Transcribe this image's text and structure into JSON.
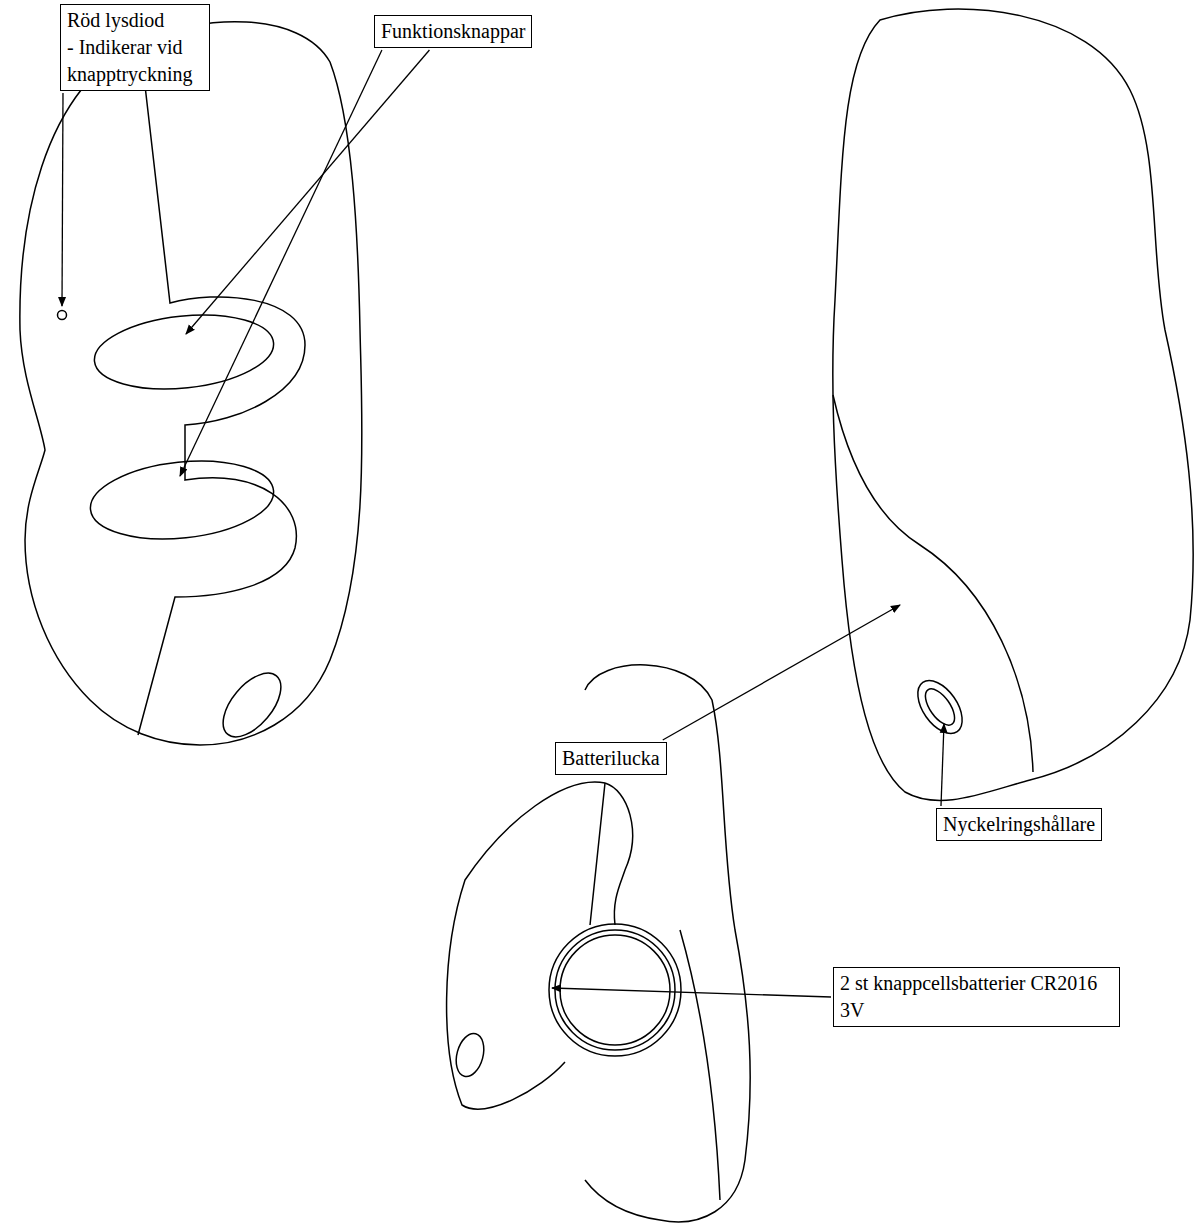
{
  "diagram": {
    "nodes": [
      {
        "text": [
          "Röd lysdiod",
          "- Indikerar vid knapptryckning"
        ]
      },
      {
        "text": [
          "Funktionsknappar"
        ]
      },
      {
        "text": [
          "Batterilucka"
        ]
      },
      {
        "text": [
          "Nyckelringshållare"
        ]
      },
      {
        "text": [
          "2 st knappcellsbatterier CR2016 3V"
        ]
      }
    ]
  }
}
